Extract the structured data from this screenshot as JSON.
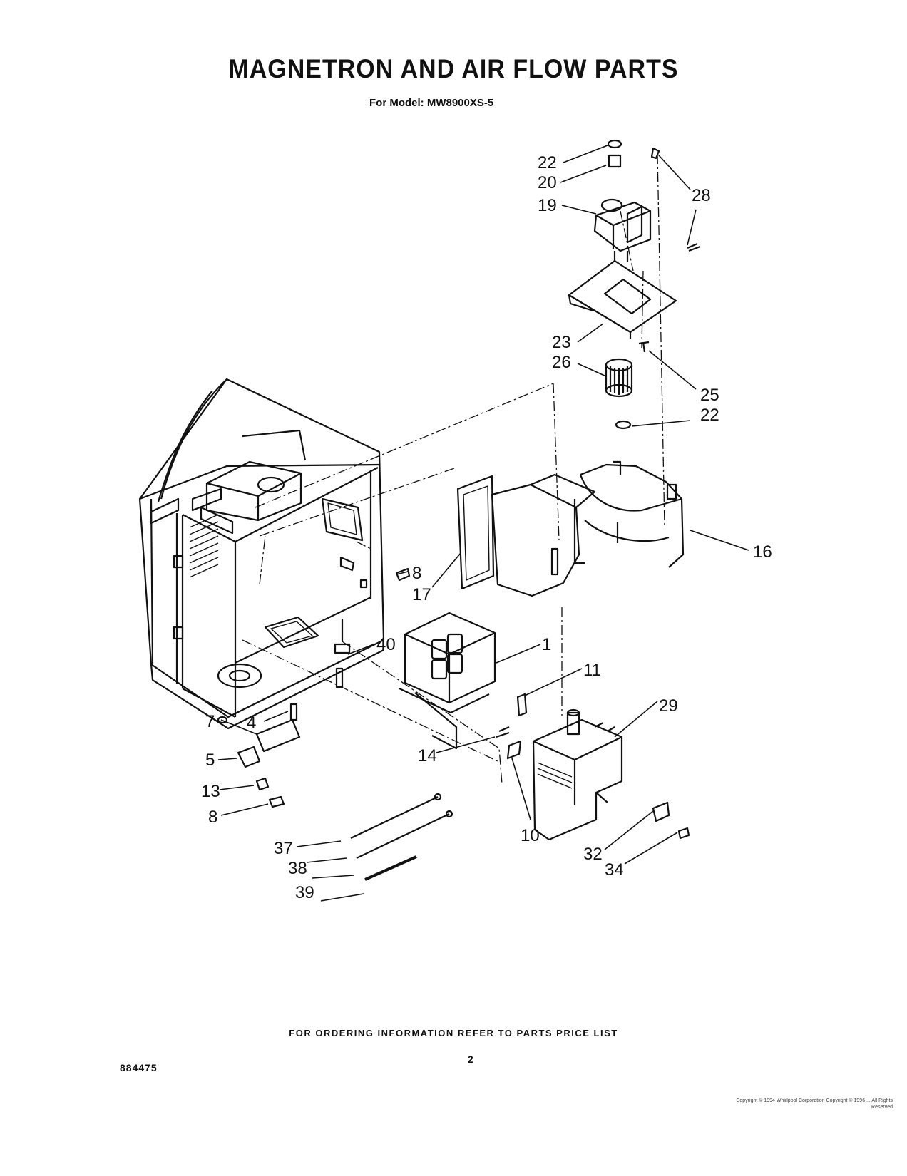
{
  "header": {
    "title": "MAGNETRON AND AIR FLOW PARTS",
    "subtitle": "For Model: MW8900XS-5"
  },
  "footer": {
    "ordering_note": "FOR ORDERING INFORMATION REFER TO PARTS PRICE LIST",
    "page_number": "2",
    "doc_id": "884475",
    "copyright": "Copyright © 1994 Whirlpool Corporation Copyright © 1996 ... All Rights Reserved"
  },
  "callouts": {
    "c22a": "22",
    "c20": "20",
    "c19": "19",
    "c28": "28",
    "c23": "23",
    "c26": "26",
    "c25": "25",
    "c22b": "22",
    "c16": "16",
    "c8a": "8",
    "c17": "17",
    "c1": "1",
    "c40": "40",
    "c11": "11",
    "c29": "29",
    "c4": "4",
    "c7": "7",
    "c5": "5",
    "c14": "14",
    "c10": "10",
    "c13": "13",
    "c8b": "8",
    "c32": "32",
    "c34": "34",
    "c37": "37",
    "c38": "38",
    "c39": "39"
  }
}
